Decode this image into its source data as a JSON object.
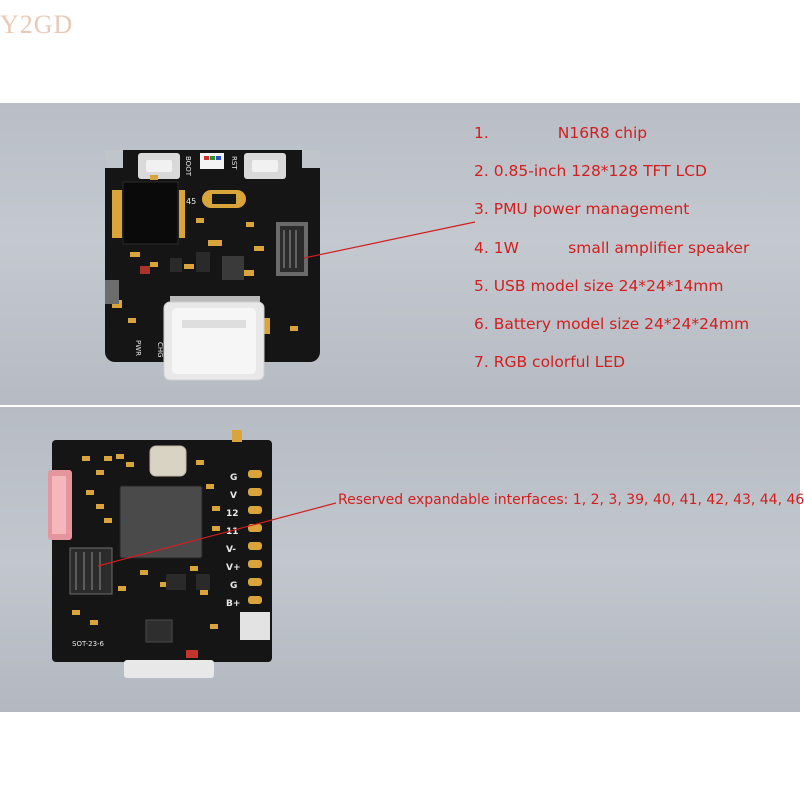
{
  "watermark": "Y2GD",
  "features": [
    "1.              N16R8 chip",
    "2. 0.85-inch 128*128 TFT LCD",
    "3. PMU power management",
    "4. 1W          small amplifier speaker",
    "5. USB model size 24*24*14mm",
    "6. Battery model size 24*24*24mm",
    "7. RGB colorful LED"
  ],
  "reserved_interfaces": "Reserved expandable interfaces: 1, 2, 3, 39, 40, 41, 42, 43, 44, 46",
  "silkscreen": {
    "boot": "BOOT",
    "rst": "RST",
    "pin45": "45",
    "chg": "CHG",
    "pwr": "PWR",
    "pins": [
      "G",
      "V",
      "12",
      "11",
      "V-",
      "V+",
      "G",
      "B+"
    ],
    "sot": "SOT-23-6"
  },
  "colors": {
    "label_red": "#d21e1e",
    "board_black": "#141414",
    "pad_gold": "#d9a53a",
    "band_gray": "#c0c5cc"
  }
}
